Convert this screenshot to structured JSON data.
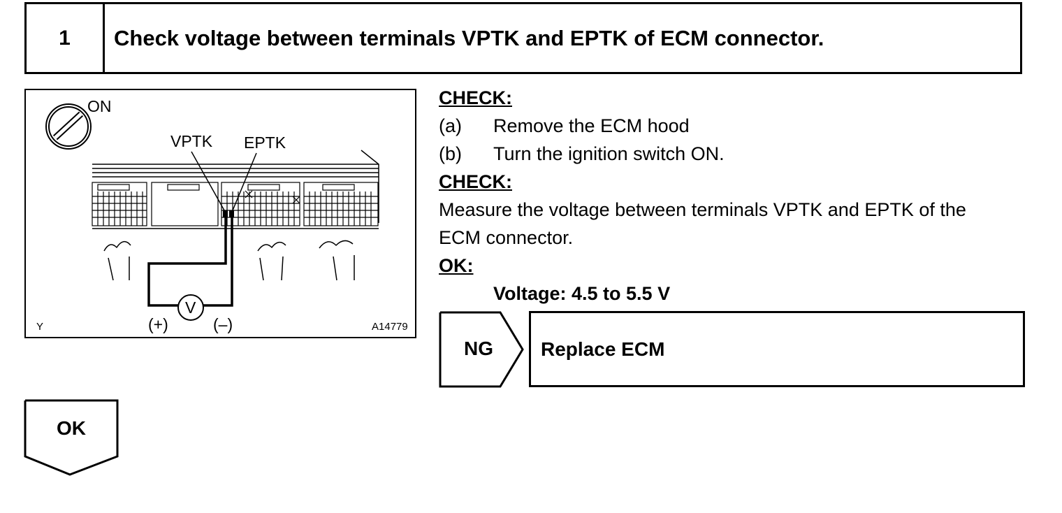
{
  "step": {
    "number": "1",
    "title": "Check voltage between terminals VPTK and EPTK of ECM connector."
  },
  "figure": {
    "ignition_label": "ON",
    "terminal_labels": [
      "VPTK",
      "EPTK"
    ],
    "voltmeter_symbol": "V",
    "plus_label": "(+)",
    "minus_label": "(–)",
    "corner_mark": "Y",
    "figure_code": "A14779"
  },
  "instructions": {
    "prep_heading": "CHECK:",
    "prep_steps": [
      {
        "label": "(a)",
        "text": "Remove the ECM hood"
      },
      {
        "label": "(b)",
        "text": "Turn the ignition switch ON."
      }
    ],
    "check_heading": "CHECK:",
    "check_text_line1": "Measure the voltage between terminals VPTK and EPTK of the",
    "check_text_line2": "ECM connector.",
    "ok_heading": "OK:",
    "spec": "Voltage: 4.5 to 5.5 V"
  },
  "results": {
    "ng_label": "NG",
    "ng_action": "Replace ECM",
    "ok_label": "OK"
  }
}
